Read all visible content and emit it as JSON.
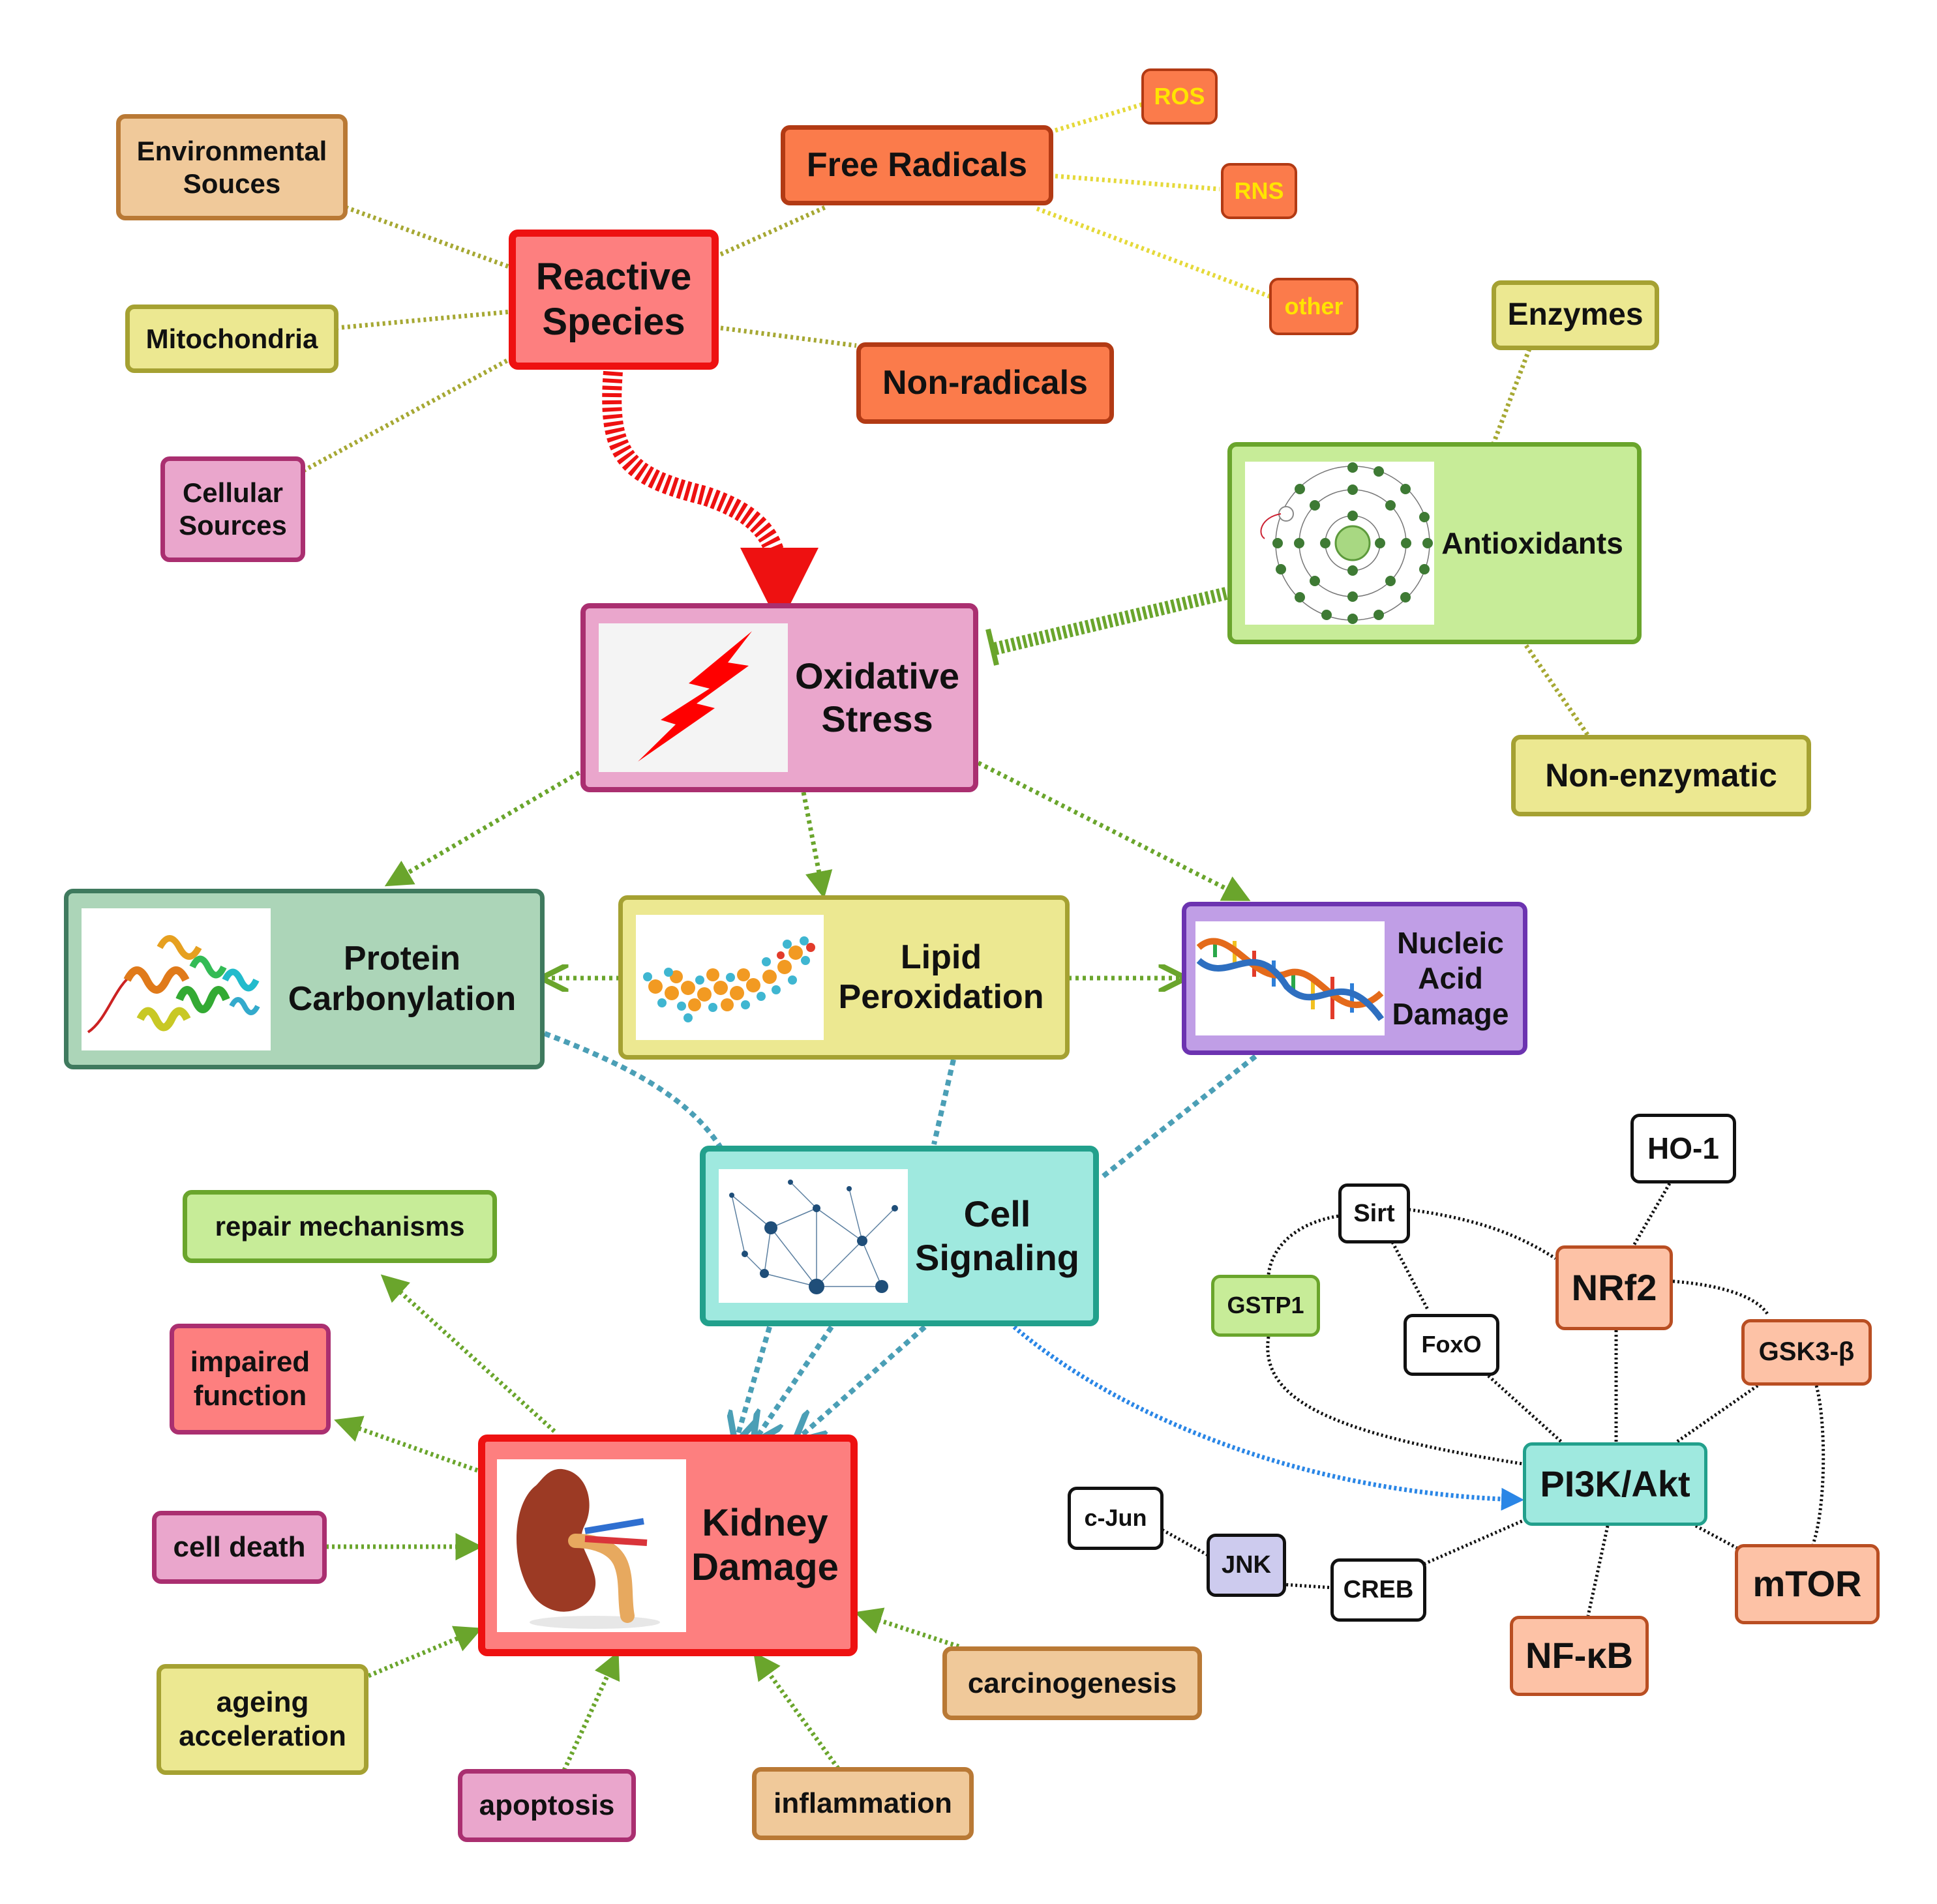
{
  "nodes": {
    "reactive_species": "Reactive\nSpecies",
    "free_radicals": "Free Radicals",
    "ros": "ROS",
    "rns": "RNS",
    "other": "other",
    "non_radicals": "Non-radicals",
    "environmental_sources": "Environmental\nSouces",
    "mitochondria": "Mitochondria",
    "cellular_sources": "Cellular\nSources",
    "enzymes": "Enzymes",
    "antioxidants": "Antioxidants",
    "non_enzymatic": "Non-enzymatic",
    "oxidative_stress": "Oxidative\nStress",
    "protein_carbonylation": "Protein\nCarbonylation",
    "lipid_peroxidation": "Lipid\nPeroxidation",
    "nucleic_acid_damage": "Nucleic\nAcid\nDamage",
    "cell_signaling": "Cell\nSignaling",
    "repair_mechanisms": "repair mechanisms",
    "impaired_function": "impaired\nfunction",
    "cell_death": "cell death",
    "ageing_acceleration": "ageing\nacceleration",
    "apoptosis": "apoptosis",
    "inflammation": "inflammation",
    "carcinogenesis": "carcinogenesis",
    "kidney_damage": "Kidney\nDamage",
    "ho1": "HO-1",
    "sirt": "Sirt",
    "nrf2": "NRf2",
    "gstp1": "GSTP1",
    "foxo": "FoxO",
    "gsk3b": "GSK3-β",
    "pi3k_akt": "PI3K/Akt",
    "cjun": "c-Jun",
    "jnk": "JNK",
    "creb": "CREB",
    "mtor": "mTOR",
    "nfkb": "NF-κB"
  },
  "colors": {
    "red_fill": "#fd7f7f",
    "red_border": "#ee1111",
    "orange_fill": "#fb7b4b",
    "orange_border": "#b23a14",
    "orange_text": "#ffe400",
    "tan_fill": "#f0c99a",
    "tan_border": "#b97935",
    "yellow_fill": "#ece891",
    "yellow_border": "#a5a132",
    "pink_fill": "#eaa6cc",
    "pink_border": "#aa2f70",
    "green_fill": "#c7ec98",
    "green_border": "#6aa52c",
    "sage_fill": "#acd5b8",
    "sage_border": "#3f7a5e",
    "purple_fill": "#c09ee6",
    "purple_border": "#6c33b0",
    "teal_fill": "#9fe9df",
    "teal_border": "#22a08c",
    "salmon_fill": "#fdc2a6",
    "salmon_border": "#b94e22",
    "lavender_fill": "#cdcbee",
    "blue_arrow": "#2a86e6",
    "olive_link": "#a6a833",
    "teal_link": "#4b9fb6",
    "gold_link": "#e5d93a",
    "green_arrow": "#6aa52c"
  },
  "icons": {
    "oxidative_stress": "lightning-bolt-icon",
    "antioxidants": "molecule-orbit-icon",
    "protein_carbonylation": "protein-ribbon-icon",
    "lipid_peroxidation": "lipid-molecule-icon",
    "nucleic_acid_damage": "dna-helix-icon",
    "cell_signaling": "network-icon",
    "kidney_damage": "kidney-icon"
  }
}
